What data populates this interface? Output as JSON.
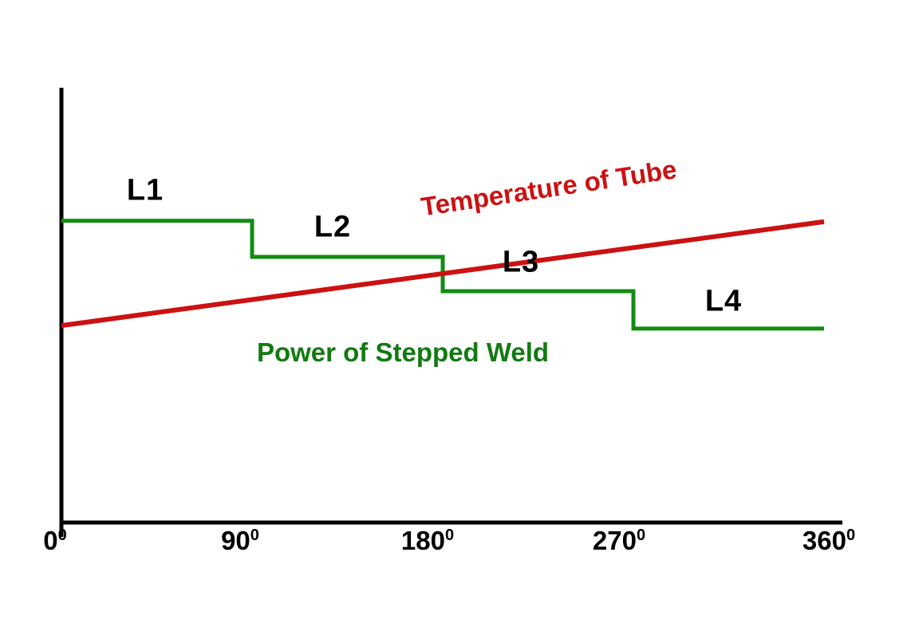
{
  "figure": {
    "background_color": "#ffffff",
    "axis_color": "#000000"
  },
  "chart_data": {
    "type": "line",
    "title": "",
    "xlabel": "",
    "ylabel": "",
    "grid": false,
    "x_unit": "degrees",
    "xlim_deg": [
      0,
      360
    ],
    "y_axis_labeled": false,
    "ylim_normalized": [
      0,
      1
    ],
    "x_ticks": [
      {
        "base": "0",
        "sup": "0",
        "deg": 0
      },
      {
        "base": "90",
        "sup": "0",
        "deg": 90
      },
      {
        "base": "180",
        "sup": "0",
        "deg": 180
      },
      {
        "base": "270",
        "sup": "0",
        "deg": 270
      },
      {
        "base": "360",
        "sup": "0",
        "deg": 360
      }
    ],
    "series": [
      {
        "name": "Temperature of Tube",
        "color": "#cc1111",
        "style": "straight-line",
        "points": [
          {
            "x_deg": 0,
            "y_norm": 0.453
          },
          {
            "x_deg": 360,
            "y_norm": 0.692
          }
        ]
      },
      {
        "name": "Power of Stepped Weld",
        "color": "#128c12",
        "label_color": "#117a11",
        "style": "step-down",
        "steps": [
          {
            "label": "L1",
            "from_deg": 0,
            "to_deg": 90,
            "level_norm": 0.694
          },
          {
            "label": "L2",
            "from_deg": 90,
            "to_deg": 180,
            "level_norm": 0.611
          },
          {
            "label": "L3",
            "from_deg": 180,
            "to_deg": 270,
            "level_norm": 0.532
          },
          {
            "label": "L4",
            "from_deg": 270,
            "to_deg": 360,
            "level_norm": 0.446
          }
        ]
      }
    ]
  }
}
